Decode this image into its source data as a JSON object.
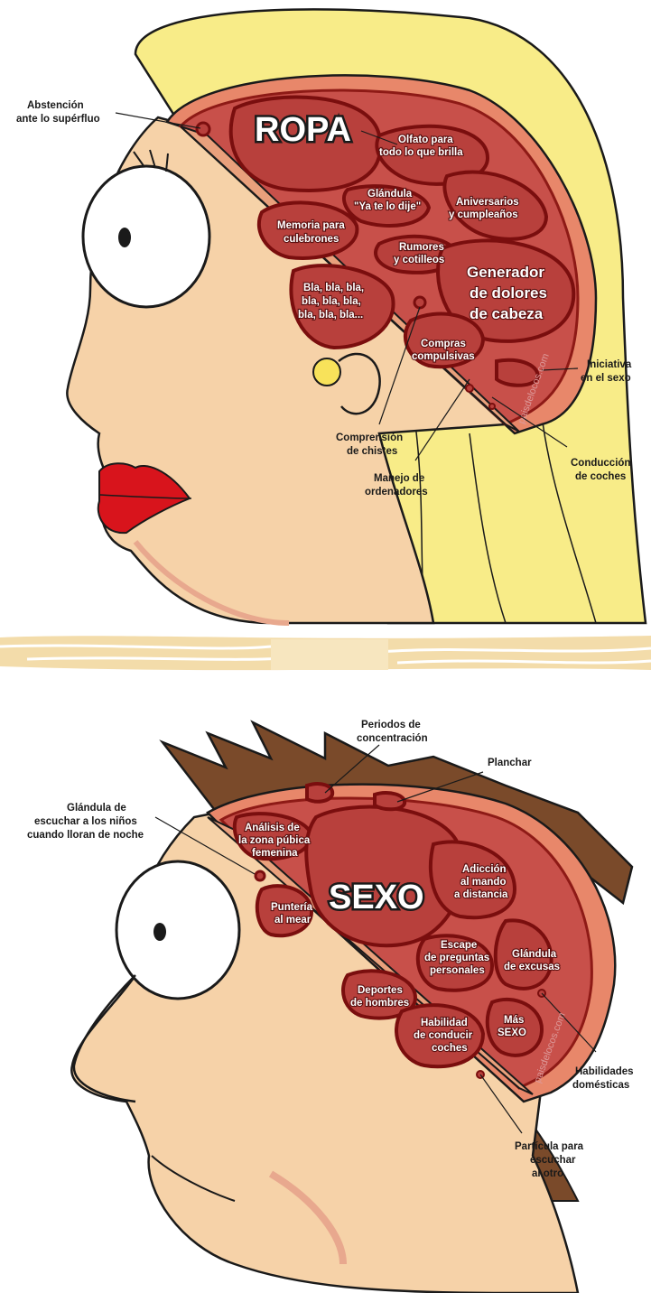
{
  "female": {
    "main_region": "ROPA",
    "regions": [
      "Olfato para",
      "todo lo que brilla",
      "Glándula",
      "\"Ya te lo dije\"",
      "Aniversarios",
      "y cumpleaños",
      "Memoria para",
      "culebrones",
      "Rumores",
      "y cotilleos",
      "Generador",
      "de dolores",
      "de cabeza",
      "Bla, bla, bla,",
      "bla, bla, bla,",
      "bla, bla, bla...",
      "Compras",
      "compulsivas"
    ],
    "callouts": [
      "Abstención",
      "ante lo supérfluo",
      "Iniciativa",
      "en el sexo",
      "Comprensión",
      "de chistes",
      "Conducción",
      "de coches",
      "Manejo de",
      "ordenadores"
    ],
    "watermark": "paisdelocos.com"
  },
  "male": {
    "main_region": "SEXO",
    "regions": [
      "Análisis de",
      "la zona púbica",
      "femenina",
      "Adicción",
      "al mando",
      "a distancia",
      "Puntería",
      "al mear",
      "Escape",
      "de preguntas",
      "personales",
      "Glándula",
      "de excusas",
      "Deportes",
      "de hombres",
      "Habilidad",
      "de conducir",
      "coches",
      "Más",
      "SEXO"
    ],
    "callouts": [
      "Periodos de",
      "concentración",
      "Planchar",
      "Glándula de",
      "escuchar a los niños",
      "cuando lloran de noche",
      "Habilidades",
      "domésticas",
      "Partícula para",
      "escuchar",
      "al otro"
    ],
    "watermark": "paisdelocos.com"
  },
  "colors": {
    "skin": "#f6d2a8",
    "hair_blonde": "#f8ec88",
    "hair_brown": "#7a4a2a",
    "brain": "#c8504a",
    "brain_dark": "#8e1a16",
    "lips": "#d8141c"
  }
}
